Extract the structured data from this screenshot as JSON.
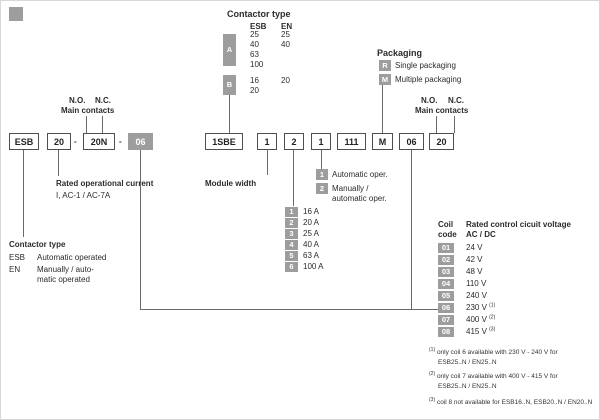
{
  "diagram": {
    "colors": {
      "chip_gray": "#9d9d9d",
      "line": "#6a6a6a",
      "box_border": "#4f4f4f"
    },
    "contactor_type_table": {
      "title": "Contactor type",
      "header_esb": "ESB",
      "header_en": "EN",
      "group_a": {
        "code": "A",
        "rows": [
          {
            "esb": "25",
            "en": "25"
          },
          {
            "esb": "40",
            "en": "40"
          },
          {
            "esb": "63",
            "en": ""
          },
          {
            "esb": "100",
            "en": ""
          }
        ]
      },
      "group_b": {
        "code": "B",
        "rows": [
          {
            "esb": "16",
            "en": "20"
          },
          {
            "esb": "20",
            "en": ""
          }
        ]
      }
    },
    "packaging": {
      "title": "Packaging",
      "options": [
        {
          "code": "R",
          "label": "Single packaging"
        },
        {
          "code": "M",
          "label": "Multiple packaging"
        }
      ]
    },
    "main_contacts_left": {
      "no": "N.O.",
      "nc": "N.C.",
      "label": "Main contacts"
    },
    "main_contacts_right": {
      "no": "N.O.",
      "nc": "N.C.",
      "label": "Main contacts"
    },
    "code_row": {
      "esb": "ESB",
      "current": "20",
      "dash1": "-",
      "contacts": "20N",
      "dash2": "-",
      "coil_a": "06",
      "series": "1SBE",
      "module_width": "1",
      "rating": "2",
      "operation": "1",
      "fixed": "111",
      "packaging": "M",
      "coil_b": "06",
      "contacts_b": "20"
    },
    "rated_current_label": {
      "line1": "Rated operational current",
      "line2": "I, AC-1 / AC-7A"
    },
    "module_width_label": "Module width",
    "operation_options": [
      {
        "code": "1",
        "label": "Automatic oper."
      },
      {
        "code": "2",
        "label": "Manually / automatic oper."
      }
    ],
    "current_ratings": [
      {
        "code": "1",
        "label": "16 A"
      },
      {
        "code": "2",
        "label": "20 A"
      },
      {
        "code": "3",
        "label": "25 A"
      },
      {
        "code": "4",
        "label": "40 A"
      },
      {
        "code": "5",
        "label": "63 A"
      },
      {
        "code": "6",
        "label": "100 A"
      }
    ],
    "coil_table": {
      "header_col1_line1": "Coil",
      "header_col1_line2": "code",
      "header_col2_line1": "Rated control cicuit voltage",
      "header_col2_line2": "AC / DC",
      "rows": [
        {
          "code": "01",
          "voltage": "24 V",
          "note": ""
        },
        {
          "code": "02",
          "voltage": "42 V",
          "note": ""
        },
        {
          "code": "03",
          "voltage": "48 V",
          "note": ""
        },
        {
          "code": "04",
          "voltage": "110 V",
          "note": ""
        },
        {
          "code": "05",
          "voltage": "240 V",
          "note": ""
        },
        {
          "code": "06",
          "voltage": "230 V",
          "note": "(1)"
        },
        {
          "code": "07",
          "voltage": "400 V",
          "note": "(2)"
        },
        {
          "code": "08",
          "voltage": "415 V",
          "note": "(3)"
        }
      ]
    },
    "contactor_type_legend": {
      "title": "Contactor type",
      "items": [
        {
          "code": "ESB",
          "label_line1": "Automatic operated",
          "label_line2": ""
        },
        {
          "code": "EN",
          "label_line1": "Manually / auto-",
          "label_line2": "matic operated"
        }
      ]
    },
    "footnotes": [
      {
        "marker": "(1)",
        "line1": "only coil 6 available with 230 V - 240 V for",
        "line2": "ESB25..N / EN25..N"
      },
      {
        "marker": "(2)",
        "line1": "only coil 7 available with 400 V - 415 V for",
        "line2": "ESB25..N / EN25..N"
      },
      {
        "marker": "(3)",
        "line1": "coil 8 not available for ESB16..N, ESB20..N / EN20..N",
        "line2": ""
      }
    ]
  }
}
